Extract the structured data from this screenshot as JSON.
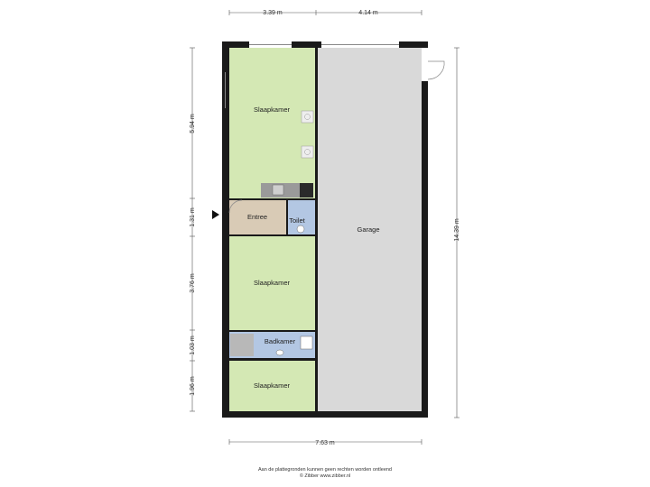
{
  "dimensions": {
    "top_left": "3.39 m",
    "top_right": "4.14 m",
    "bottom_total": "7.63 m",
    "right_total": "14.39 m",
    "left": [
      "5.94 m",
      "1.31 m",
      "3.76 m",
      "1.03 m",
      "1.96 m"
    ]
  },
  "rooms": {
    "slaapkamer_1": "Slaapkamer",
    "entree": "Entree",
    "toilet": "Toilet",
    "garage": "Garage",
    "slaapkamer_2": "Slaapkamer",
    "badkamer": "Badkamer",
    "slaapkamer_3": "Slaapkamer"
  },
  "colors": {
    "bedroom": "#d4e8b4",
    "entree": "#d9cbb6",
    "wet_room": "#b3c7e3",
    "garage": "#d9d9d9",
    "wall": "#1a1a1a"
  },
  "footer": {
    "line1": "Aan de plattegronden kunnen geen rechten worden ontleend",
    "line2": "© Zibber www.zibber.nl"
  }
}
